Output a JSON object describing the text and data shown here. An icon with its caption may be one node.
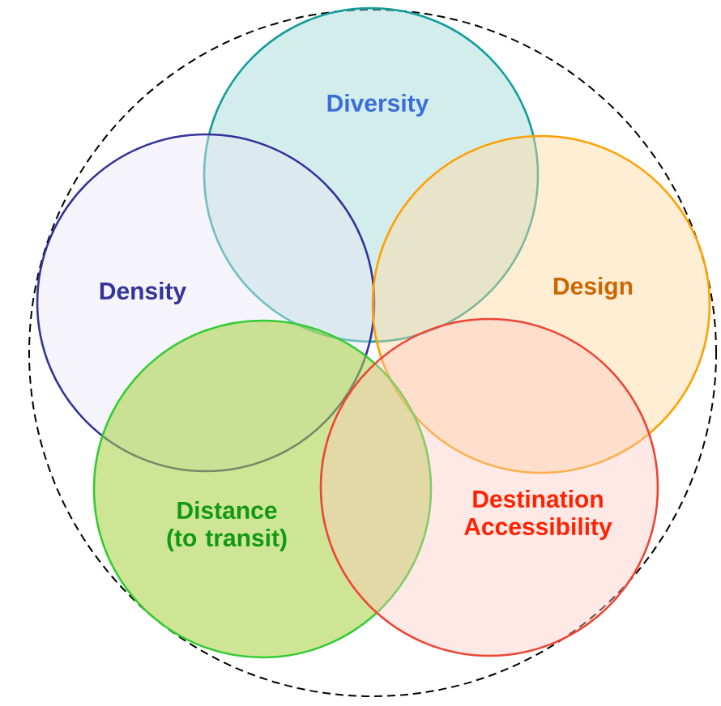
{
  "diagram": {
    "nodes": [
      {
        "text": [],
        "shape": "circle"
      },
      {
        "text": [
          "Diversity"
        ],
        "in": 0
      },
      {
        "text": [
          "Density"
        ],
        "in": 0
      },
      {
        "text": [
          "Design"
        ],
        "in": 0
      },
      {
        "text": [
          "Distance (to transit)"
        ],
        "in": 0
      },
      {
        "text": [
          "Destination Accessibility"
        ],
        "in": 0
      }
    ]
  }
}
